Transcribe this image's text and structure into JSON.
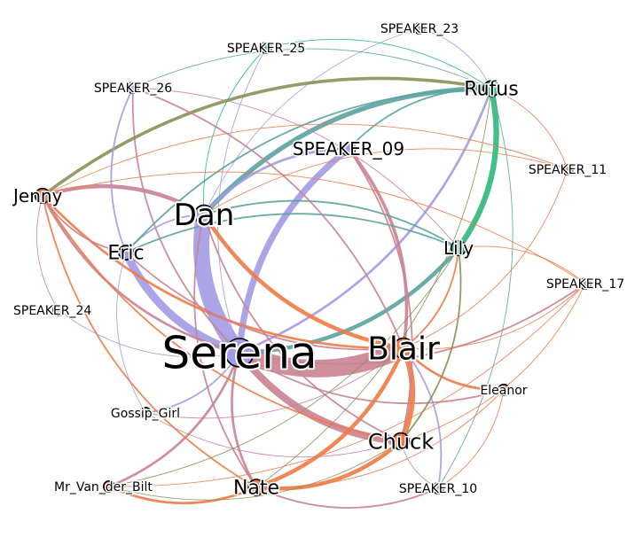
{
  "graph": {
    "nodes": [
      {
        "id": "serena",
        "label": "Serena",
        "color": "#a29be6",
        "weight": 100
      },
      {
        "id": "blair",
        "label": "Blair",
        "color": "#f07a45",
        "weight": 62
      },
      {
        "id": "dan",
        "label": "Dan",
        "color": "#a29be6",
        "weight": 55
      },
      {
        "id": "chuck",
        "label": "Chuck",
        "color": "#f07a45",
        "weight": 45
      },
      {
        "id": "nate",
        "label": "Nate",
        "color": "#f07a45",
        "weight": 42
      },
      {
        "id": "rufus",
        "label": "Rufus",
        "color": "#2db87a",
        "weight": 40
      },
      {
        "id": "lily",
        "label": "Lily",
        "color": "#2db87a",
        "weight": 36
      },
      {
        "id": "jenny",
        "label": "Jenny",
        "color": "#f07a45",
        "weight": 36
      },
      {
        "id": "eric",
        "label": "Eric",
        "color": "#a29be6",
        "weight": 34
      },
      {
        "id": "speaker_09",
        "label": "SPEAKER_09",
        "color": "#a29be6",
        "weight": 30
      },
      {
        "id": "speaker_26",
        "label": "SPEAKER_26",
        "color": "#a29be6",
        "weight": 18
      },
      {
        "id": "speaker_25",
        "label": "SPEAKER_25",
        "color": "#2db87a",
        "weight": 18
      },
      {
        "id": "speaker_23",
        "label": "SPEAKER_23",
        "color": "#a29be6",
        "weight": 18
      },
      {
        "id": "speaker_11",
        "label": "SPEAKER_11",
        "color": "#f07a45",
        "weight": 18
      },
      {
        "id": "speaker_17",
        "label": "SPEAKER_17",
        "color": "#f07a45",
        "weight": 18
      },
      {
        "id": "speaker_24",
        "label": "SPEAKER_24",
        "color": "#a29be6",
        "weight": 18
      },
      {
        "id": "gossip_girl",
        "label": "Gossip_Girl",
        "color": "#a29be6",
        "weight": 18
      },
      {
        "id": "eleanor",
        "label": "Eleanor",
        "color": "#f07a45",
        "weight": 18
      },
      {
        "id": "mr_van_der_bilt",
        "label": "Mr_Van_der_Bilt",
        "color": "#f07a45",
        "weight": 18
      },
      {
        "id": "speaker_10",
        "label": "SPEAKER_10",
        "color": "#a29be6",
        "weight": 18
      }
    ],
    "edges": [
      {
        "source": "serena",
        "target": "blair",
        "weight": 22,
        "color": "#c98291"
      },
      {
        "source": "serena",
        "target": "dan",
        "weight": 20,
        "color": "#a29be6"
      },
      {
        "source": "serena",
        "target": "chuck",
        "weight": 9,
        "color": "#c98291"
      },
      {
        "source": "serena",
        "target": "eric",
        "weight": 10,
        "color": "#a29be6"
      },
      {
        "source": "serena",
        "target": "speaker_09",
        "weight": 8,
        "color": "#a29be6"
      },
      {
        "source": "serena",
        "target": "lily",
        "weight": 5,
        "color": "#5ba3a0"
      },
      {
        "source": "serena",
        "target": "nate",
        "weight": 3,
        "color": "#c98291"
      },
      {
        "source": "serena",
        "target": "jenny",
        "weight": 3,
        "color": "#c98291"
      },
      {
        "source": "serena",
        "target": "rufus",
        "weight": 3,
        "color": "#a29be6"
      },
      {
        "source": "serena",
        "target": "gossip_girl",
        "weight": 2,
        "color": "#a29be6"
      },
      {
        "source": "serena",
        "target": "speaker_26",
        "weight": 2,
        "color": "#c98291"
      },
      {
        "source": "serena",
        "target": "mr_van_der_bilt",
        "weight": 3,
        "color": "#c98291"
      },
      {
        "source": "serena",
        "target": "speaker_17",
        "weight": 2,
        "color": "#c98291"
      },
      {
        "source": "serena",
        "target": "eleanor",
        "weight": 2,
        "color": "#c98291"
      },
      {
        "source": "serena",
        "target": "speaker_25",
        "weight": 1,
        "color": "#a29be6"
      },
      {
        "source": "blair",
        "target": "chuck",
        "weight": 7,
        "color": "#f07a45"
      },
      {
        "source": "blair",
        "target": "nate",
        "weight": 5,
        "color": "#f07a45"
      },
      {
        "source": "blair",
        "target": "dan",
        "weight": 5,
        "color": "#f07a45"
      },
      {
        "source": "blair",
        "target": "speaker_09",
        "weight": 4,
        "color": "#c98291"
      },
      {
        "source": "blair",
        "target": "eleanor",
        "weight": 3,
        "color": "#f07a45"
      },
      {
        "source": "blair",
        "target": "jenny",
        "weight": 3,
        "color": "#f07a45"
      },
      {
        "source": "blair",
        "target": "speaker_10",
        "weight": 2,
        "color": "#a29be6"
      },
      {
        "source": "blair",
        "target": "eric",
        "weight": 2,
        "color": "#c98291"
      },
      {
        "source": "blair",
        "target": "lily",
        "weight": 2,
        "color": "#f07a45"
      },
      {
        "source": "blair",
        "target": "speaker_17",
        "weight": 1,
        "color": "#f07a45"
      },
      {
        "source": "blair",
        "target": "gossip_girl",
        "weight": 1,
        "color": "#c98291"
      },
      {
        "source": "dan",
        "target": "rufus",
        "weight": 6,
        "color": "#5ba3a0"
      },
      {
        "source": "dan",
        "target": "jenny",
        "weight": 5,
        "color": "#c98291"
      },
      {
        "source": "dan",
        "target": "eric",
        "weight": 2,
        "color": "#a29be6"
      },
      {
        "source": "dan",
        "target": "chuck",
        "weight": 2,
        "color": "#c98291"
      },
      {
        "source": "dan",
        "target": "nate",
        "weight": 2,
        "color": "#c98291"
      },
      {
        "source": "dan",
        "target": "lily",
        "weight": 2,
        "color": "#5ba3a0"
      },
      {
        "source": "dan",
        "target": "speaker_23",
        "weight": 1,
        "color": "#a29be6"
      },
      {
        "source": "dan",
        "target": "speaker_11",
        "weight": 1,
        "color": "#f07a45"
      },
      {
        "source": "rufus",
        "target": "lily",
        "weight": 7,
        "color": "#2db87a"
      },
      {
        "source": "rufus",
        "target": "jenny",
        "weight": 4,
        "color": "#8a8f55"
      },
      {
        "source": "rufus",
        "target": "eric",
        "weight": 2,
        "color": "#5ba3a0"
      },
      {
        "source": "rufus",
        "target": "speaker_09",
        "weight": 2,
        "color": "#5ba3a0"
      },
      {
        "source": "rufus",
        "target": "speaker_26",
        "weight": 1,
        "color": "#5ba3a0"
      },
      {
        "source": "rufus",
        "target": "speaker_10",
        "weight": 1,
        "color": "#5ba3a0"
      },
      {
        "source": "rufus",
        "target": "nate",
        "weight": 1,
        "color": "#8a8f55"
      },
      {
        "source": "lily",
        "target": "eric",
        "weight": 2,
        "color": "#5ba3a0"
      },
      {
        "source": "lily",
        "target": "chuck",
        "weight": 2,
        "color": "#8a8f55"
      },
      {
        "source": "lily",
        "target": "speaker_17",
        "weight": 1,
        "color": "#f07a45"
      },
      {
        "source": "chuck",
        "target": "nate",
        "weight": 5,
        "color": "#f07a45"
      },
      {
        "source": "chuck",
        "target": "jenny",
        "weight": 2,
        "color": "#f07a45"
      },
      {
        "source": "chuck",
        "target": "speaker_10",
        "weight": 1,
        "color": "#c98291"
      },
      {
        "source": "chuck",
        "target": "speaker_17",
        "weight": 1,
        "color": "#f07a45"
      },
      {
        "source": "nate",
        "target": "mr_van_der_bilt",
        "weight": 3,
        "color": "#f07a45"
      },
      {
        "source": "nate",
        "target": "jenny",
        "weight": 2,
        "color": "#f07a45"
      },
      {
        "source": "nate",
        "target": "speaker_10",
        "weight": 2,
        "color": "#c98291"
      },
      {
        "source": "nate",
        "target": "eleanor",
        "weight": 1,
        "color": "#f07a45"
      },
      {
        "source": "jenny",
        "target": "eric",
        "weight": 2,
        "color": "#c98291"
      },
      {
        "source": "jenny",
        "target": "speaker_24",
        "weight": 1,
        "color": "#c98291"
      },
      {
        "source": "jenny",
        "target": "speaker_11",
        "weight": 1,
        "color": "#f07a45"
      },
      {
        "source": "eric",
        "target": "speaker_26",
        "weight": 2,
        "color": "#a29be6"
      },
      {
        "source": "eric",
        "target": "gossip_girl",
        "weight": 1,
        "color": "#a29be6"
      },
      {
        "source": "speaker_09",
        "target": "dan",
        "weight": 3,
        "color": "#a29be6"
      },
      {
        "source": "speaker_09",
        "target": "chuck",
        "weight": 2,
        "color": "#c98291"
      },
      {
        "source": "speaker_26",
        "target": "blair",
        "weight": 2,
        "color": "#c98291"
      },
      {
        "source": "speaker_26",
        "target": "lily",
        "weight": 1,
        "color": "#c98291"
      },
      {
        "source": "speaker_25",
        "target": "dan",
        "weight": 1,
        "color": "#2db87a"
      },
      {
        "source": "speaker_25",
        "target": "rufus",
        "weight": 1,
        "color": "#2db87a"
      },
      {
        "source": "speaker_23",
        "target": "rufus",
        "weight": 1,
        "color": "#a29be6"
      },
      {
        "source": "speaker_11",
        "target": "rufus",
        "weight": 1,
        "color": "#f07a45"
      },
      {
        "source": "speaker_11",
        "target": "blair",
        "weight": 1,
        "color": "#f07a45"
      },
      {
        "source": "speaker_17",
        "target": "jenny",
        "weight": 1,
        "color": "#f07a45"
      },
      {
        "source": "speaker_17",
        "target": "mr_van_der_bilt",
        "weight": 1,
        "color": "#f07a45"
      },
      {
        "source": "speaker_24",
        "target": "serena",
        "weight": 1,
        "color": "#a29be6"
      },
      {
        "source": "gossip_girl",
        "target": "chuck",
        "weight": 1,
        "color": "#c98291"
      },
      {
        "source": "eleanor",
        "target": "speaker_10",
        "weight": 1,
        "color": "#f07a45"
      },
      {
        "source": "mr_van_der_bilt",
        "target": "chuck",
        "weight": 1,
        "color": "#8a8f55"
      },
      {
        "source": "mr_van_der_bilt",
        "target": "lily",
        "weight": 1,
        "color": "#8a8f55"
      }
    ]
  }
}
